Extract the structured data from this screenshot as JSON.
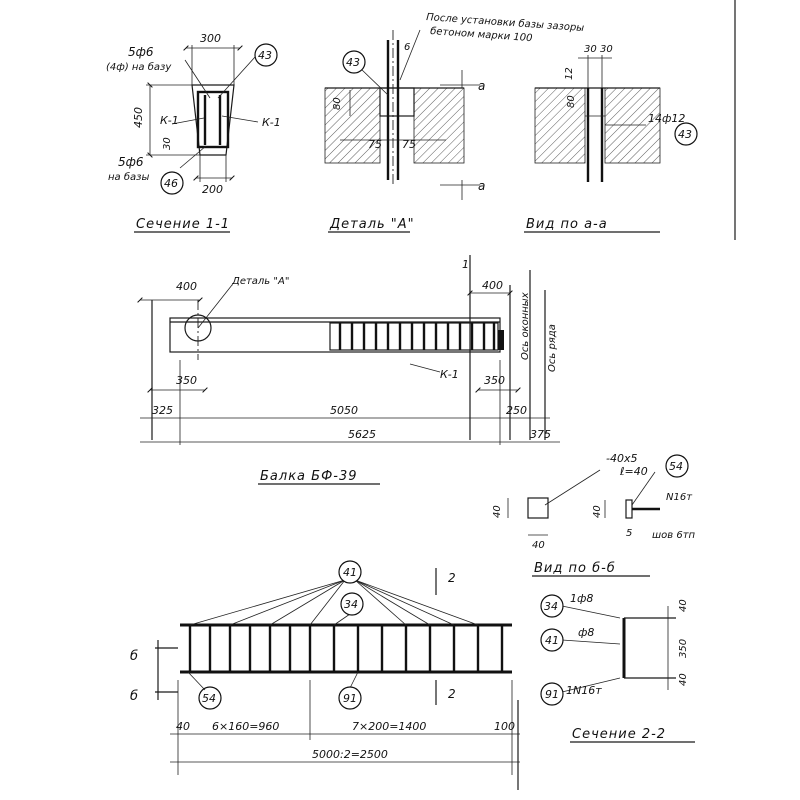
{
  "section_1_1": {
    "title": "Сечение 1-1",
    "top_rebar_note": "5ф6",
    "top_rebar_note_2": "(4ф) на базу",
    "bottom_rebar_note": "5ф6",
    "bottom_rebar_note_2": "на базы",
    "dim_top": "300",
    "dim_height": "450",
    "dim_bottom": "200",
    "dim_30": "30",
    "label_k1_left": "К-1",
    "label_k1_right": "К-1",
    "callout_43": "43",
    "callout_46": "46"
  },
  "detail_a": {
    "title": "Деталь \"А\"",
    "note_line1": "После установки базы зазоры",
    "note_line2": "бетоном марки 100",
    "dim_6": "6",
    "dim_80": "80",
    "dim_75_left": "75",
    "dim_75_right": "75",
    "section_mark_top": "а",
    "section_mark_bottom": "а",
    "callout_43": "43"
  },
  "view_a_a": {
    "title": "Вид по а-а",
    "dim_30_left": "30",
    "dim_30_right": "30",
    "dim_80": "80",
    "dim_12": "12",
    "rebar_note": "14ф12",
    "callout_43": "43"
  },
  "beam": {
    "title": "Балка БФ-39",
    "detail_ref": "Деталь \"А\"",
    "dim_400_left": "400",
    "dim_400_right": "400",
    "dim_350_left": "350",
    "dim_350_right": "350",
    "dim_325": "325",
    "dim_5050": "5050",
    "dim_250": "250",
    "dim_5625": "5625",
    "dim_375": "375",
    "label_k1": "К-1",
    "axis_window": "Ось оконных",
    "axis_row": "Ось ряда",
    "section_mark": "1"
  },
  "view_b_b": {
    "title": "Вид по б-б",
    "plate_note_1": "-40х5",
    "plate_note_2": "ℓ=40",
    "dim_40_a": "40",
    "dim_40_b": "40",
    "dim_40_c": "40",
    "dim_5": "5",
    "weld_note": "шов 6тп",
    "bolt_note": "N16т",
    "callout_54": "54"
  },
  "cage": {
    "callout_41": "41",
    "callout_34": "34",
    "callout_54": "54",
    "callout_91": "91",
    "section_mark_top": "2",
    "section_mark_bottom": "2",
    "view_mark_top": "б",
    "view_mark_bottom": "б",
    "dim_40_left": "40",
    "dim_6x160": "6×160=960",
    "dim_7x200": "7×200=1400",
    "dim_100": "100",
    "dim_total": "5000:2=2500"
  },
  "section_2_2": {
    "title": "Сечение 2-2",
    "rebar_top": "1ф8",
    "rebar_mid": "ф8",
    "rebar_bottom": "1N16т",
    "dim_40_top": "40",
    "dim_350": "350",
    "dim_40_bottom": "40",
    "callout_34": "34",
    "callout_41": "41",
    "callout_91": "91"
  }
}
